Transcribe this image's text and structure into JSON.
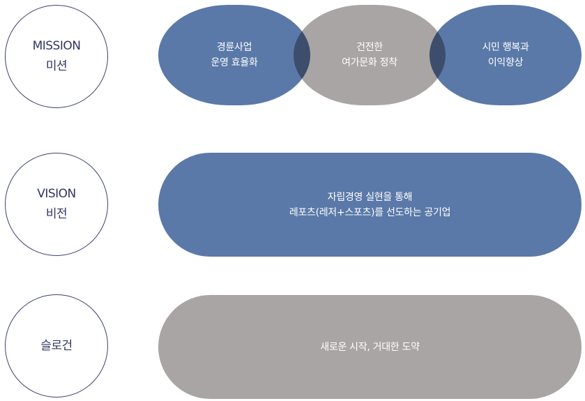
{
  "mission": {
    "label_en": "MISSION",
    "label_ko": "미션",
    "items": [
      {
        "line1": "경륜사업",
        "line2": "운영 효율화",
        "color": "#5a79a8"
      },
      {
        "line1": "건전한",
        "line2": "여가문화 정착",
        "color": "#a9a5a4"
      },
      {
        "line1": "시민 행복과",
        "line2": "이익향상",
        "color": "#5a79a8"
      }
    ]
  },
  "vision": {
    "label_en": "VISION",
    "label_ko": "비전",
    "line1": "자립경영 실현을 통해",
    "line2": "레포츠(레저+스포츠)를 선도하는 공기업",
    "color": "#5a79a8"
  },
  "slogan": {
    "label_ko": "슬로건",
    "text": "새로운 시작, 거대한 도약",
    "color": "#a9a5a4"
  }
}
